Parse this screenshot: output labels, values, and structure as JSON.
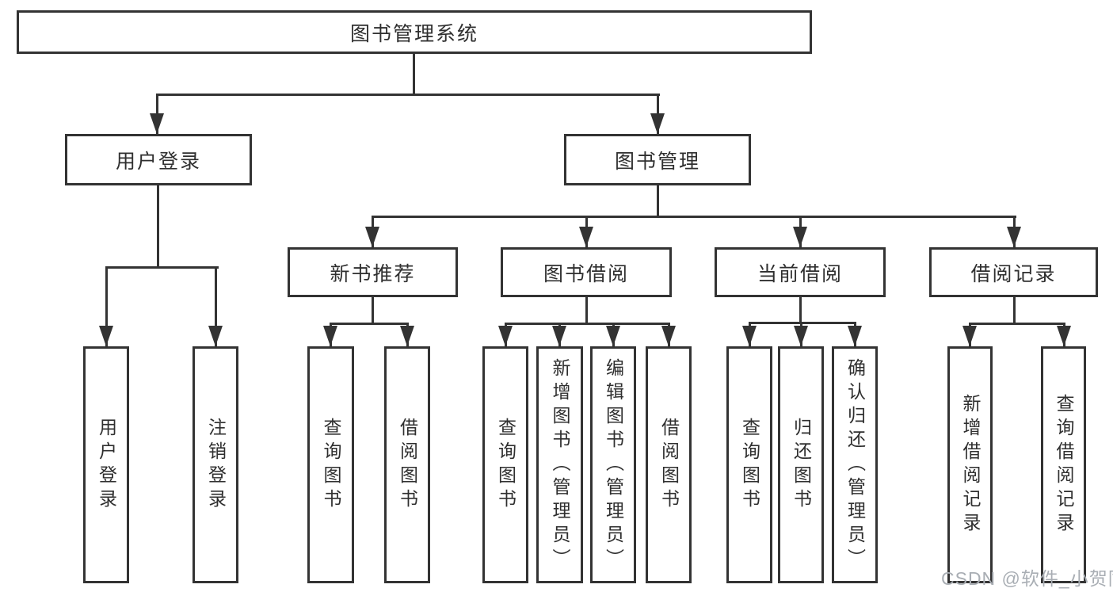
{
  "diagram": {
    "type": "hierarchy-tree",
    "watermark": "CSDN @软件_小贺同学",
    "colors": {
      "line": "#333333",
      "text": "#2f2f2f",
      "watermark": "#a9aeb4",
      "background": "#ffffff"
    },
    "tree": {
      "label": "图书管理系统",
      "children": [
        {
          "label": "用户登录",
          "children": [
            {
              "label": "用户登录"
            },
            {
              "label": "注销登录"
            }
          ]
        },
        {
          "label": "图书管理",
          "children": [
            {
              "label": "新书推荐",
              "children": [
                {
                  "label": "查询图书"
                },
                {
                  "label": "借阅图书"
                }
              ]
            },
            {
              "label": "图书借阅",
              "children": [
                {
                  "label": "查询图书"
                },
                {
                  "label": "新增图书（管理员）"
                },
                {
                  "label": "编辑图书（管理员）"
                },
                {
                  "label": "借阅图书"
                }
              ]
            },
            {
              "label": "当前借阅",
              "children": [
                {
                  "label": "查询图书"
                },
                {
                  "label": "归还图书"
                },
                {
                  "label": "确认归还（管理员）"
                }
              ]
            },
            {
              "label": "借阅记录",
              "children": [
                {
                  "label": "新增借阅记录"
                },
                {
                  "label": "查询借阅记录"
                }
              ]
            }
          ]
        }
      ]
    }
  }
}
